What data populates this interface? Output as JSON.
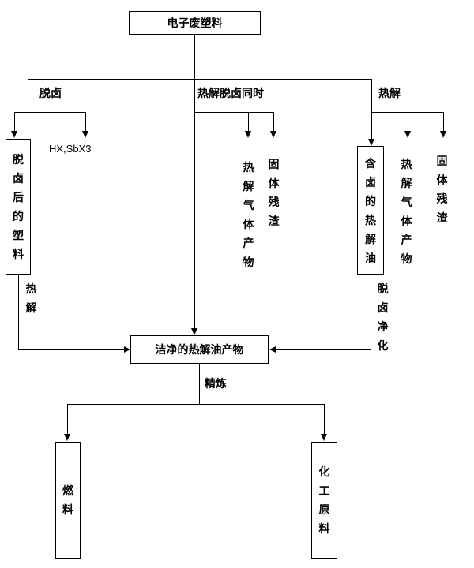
{
  "colors": {
    "line": "#000000",
    "background": "#ffffff"
  },
  "labels": {
    "root": "电子废塑料",
    "branch_left": "脱卤",
    "branch_mid": "热解脱卤同时",
    "branch_right": "热解",
    "dehalogenated_plastic": "脱卤后的塑料",
    "hx_byproduct": "HX,SbX3",
    "gas_mid": "热解气体产物",
    "residue_mid": "固体残渣",
    "halogen_oil": "含卤的热解油",
    "gas_right": "热解气体产物",
    "residue_right": "固体残渣",
    "pyrolysis_left": "热解",
    "purification_right": "脱卤净化",
    "clean_oil": "洁净的热解油产物",
    "refining": "精炼",
    "fuel": "燃料",
    "chemical_feedstock": "化工原料"
  }
}
